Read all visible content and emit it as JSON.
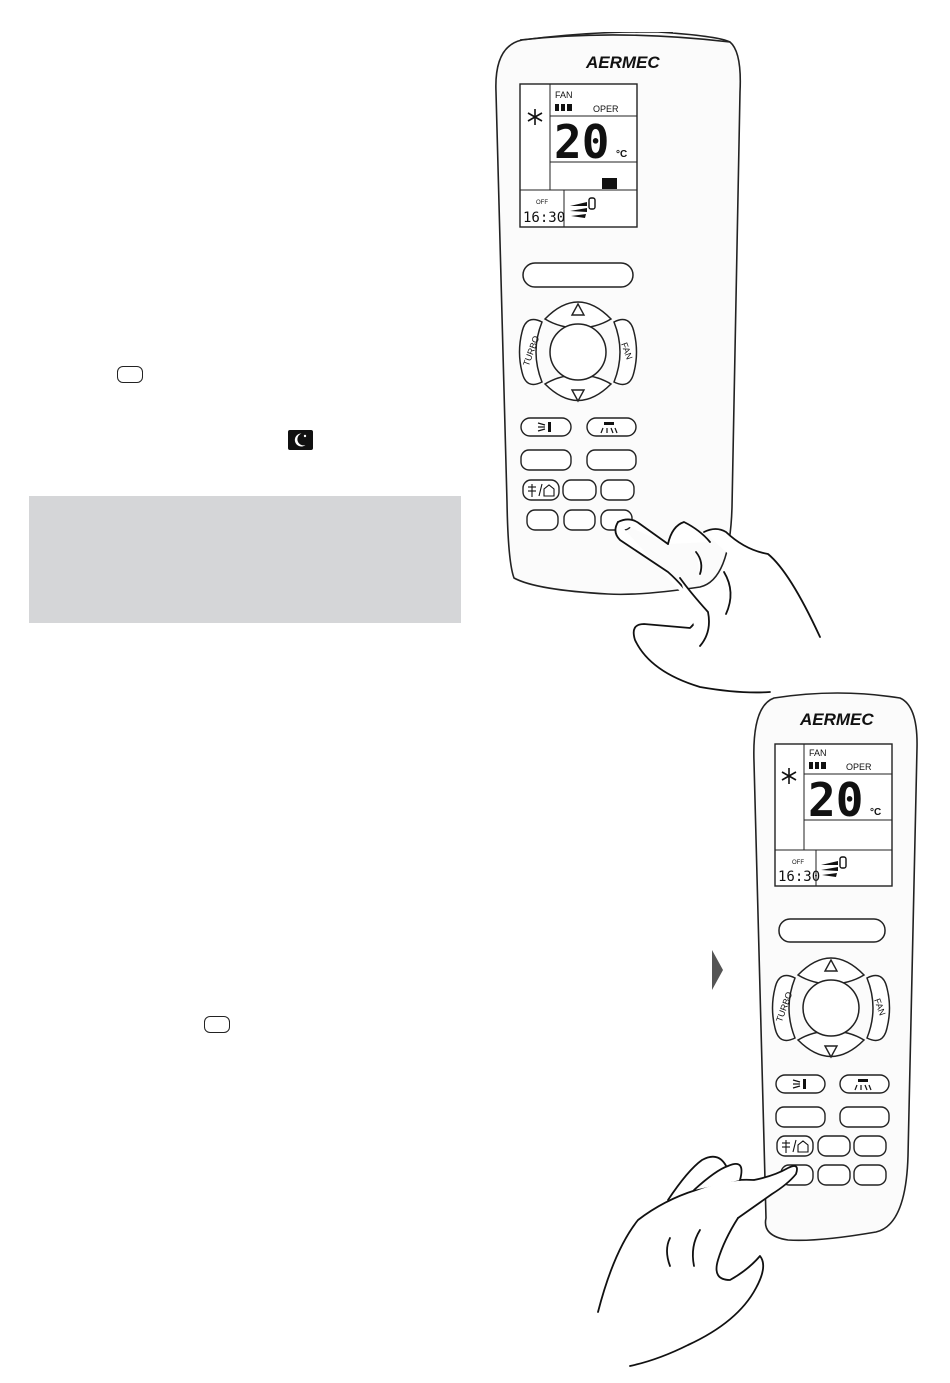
{
  "remote_top": {
    "brand": "AERMEC",
    "lcd": {
      "fan_label": "FAN",
      "oper_label": "OPER",
      "temperature": "20",
      "unit": "°C",
      "timer_state": "OFF",
      "timer_time": "16:30"
    },
    "buttons": {
      "turbo": "TURBO",
      "fan": "FAN"
    }
  },
  "remote_bottom": {
    "brand": "AERMEC",
    "lcd": {
      "fan_label": "FAN",
      "oper_label": "OPER",
      "temperature": "20",
      "unit": "°C",
      "timer_state": "OFF",
      "timer_time": "16:30"
    },
    "buttons": {
      "turbo": "TURBO",
      "fan": "FAN"
    }
  },
  "icons": [
    "snowflake-icon",
    "sleep-moon-icon",
    "swing-flap-icon",
    "fan-bars-icon",
    "up-arrow-icon",
    "down-arrow-icon",
    "hand-pointer-icon"
  ]
}
